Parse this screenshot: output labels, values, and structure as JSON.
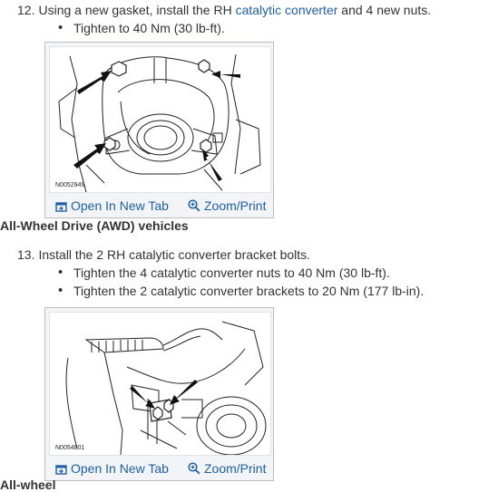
{
  "step12": {
    "number": "12.",
    "text_before": "Using a new gasket, install the RH ",
    "link": "catalytic converter",
    "text_after": " and 4 new nuts.",
    "bullets": [
      "Tighten to 40 Nm (30 lb-ft)."
    ]
  },
  "figure1": {
    "code": "N0052949",
    "open_label": "Open In New Tab",
    "zoom_label": "Zoom/Print"
  },
  "section_heading": "All-Wheel Drive (AWD) vehicles",
  "step13": {
    "number": "13.",
    "text": "Install the 2 RH catalytic converter bracket bolts.",
    "bullets": [
      "Tighten the 4 catalytic converter nuts to 40 Nm (30 lb-ft).",
      "Tighten the 2 catalytic converter brackets to 20 Nm (177 lb-in)."
    ]
  },
  "figure2": {
    "code": "N0054801",
    "open_label": "Open In New Tab",
    "zoom_label": "Zoom/Print"
  },
  "next_heading": "All-wheel"
}
